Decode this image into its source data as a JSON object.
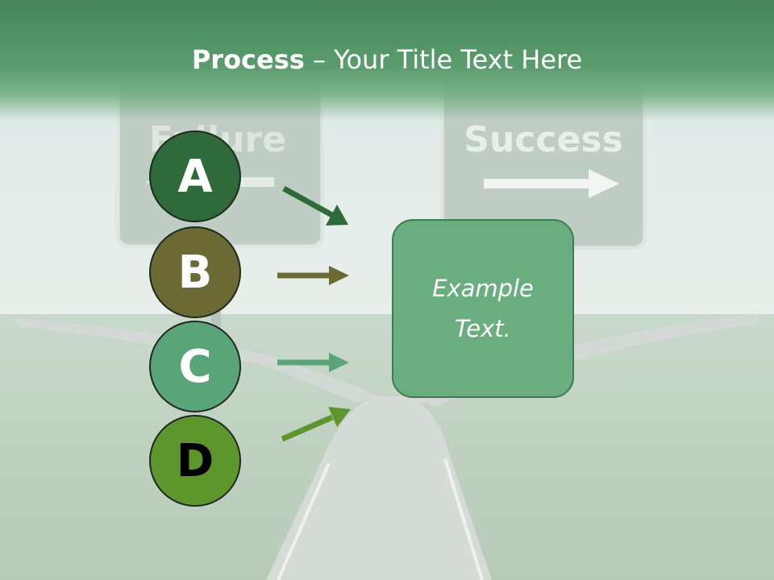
{
  "title": {
    "bold": "Process",
    "rest": " – Your Title Text Here"
  },
  "signs": {
    "left": "Failure",
    "right": "Success"
  },
  "steps": [
    {
      "letter": "A",
      "color": "#2e6a3a"
    },
    {
      "letter": "B",
      "color": "#6b6a34"
    },
    {
      "letter": "C",
      "color": "#5aa47a"
    },
    {
      "letter": "D",
      "color": "#5e962e"
    }
  ],
  "box": {
    "text": "Example\nText."
  },
  "colors": {
    "title_bar": "#4e9463",
    "box": "#6aae80",
    "arrow_a": "#2e6a3a",
    "arrow_b": "#6b6a34",
    "arrow_c": "#5aa47a",
    "arrow_d": "#5e962e"
  }
}
